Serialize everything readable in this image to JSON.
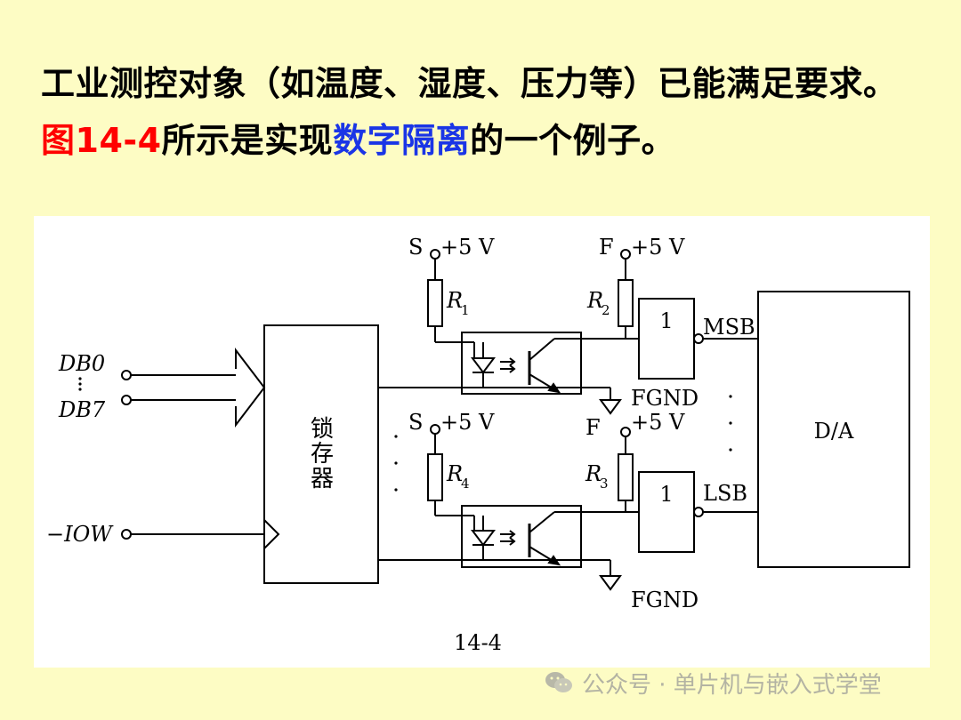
{
  "heading": {
    "part1": "工业测控对象（如温度、湿度、压力等）已能满足要求。",
    "figure_ref": "图14-4",
    "part2": "所示是实现",
    "highlight": "数字隔离",
    "part3": "的一个例子。"
  },
  "diagram": {
    "inputs": {
      "db0": "DB0",
      "db7": "DB7",
      "iow": "−IOW"
    },
    "latch_label": [
      "锁",
      "存",
      "器"
    ],
    "top_channel": {
      "supply_left_name": "S",
      "supply_left_voltage": "+5 V",
      "supply_right_name": "F",
      "supply_right_voltage": "+5 V",
      "resistor_left": "R",
      "resistor_left_sub": "1",
      "resistor_right": "R",
      "resistor_right_sub": "2",
      "gate_label": "1",
      "output_label": "MSB",
      "ground_label": "FGND"
    },
    "bottom_channel": {
      "supply_left_name": "S",
      "supply_left_voltage": "+5 V",
      "supply_right_name": "F",
      "supply_right_voltage": "+5 V",
      "resistor_left": "R",
      "resistor_left_sub": "4",
      "resistor_right": "R",
      "resistor_right_sub": "3",
      "gate_label": "1",
      "output_label": "LSB",
      "ground_label": "FGND"
    },
    "da_label": "D/A",
    "caption": "14-4"
  },
  "watermark": {
    "text": "公众号 · 单片机与嵌入式学堂"
  }
}
